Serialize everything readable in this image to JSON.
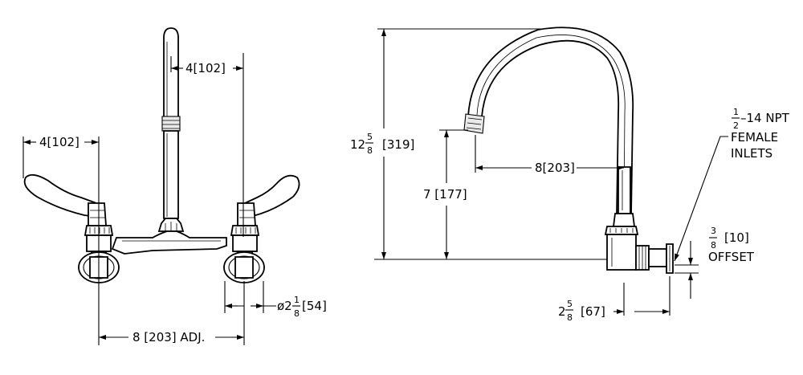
{
  "front_view": {
    "dim_center_spout_handle": "4[102]",
    "dim_left_handle": "4[102]",
    "dim_flange_dia_prefix": "ø2",
    "dim_flange_dia_num": "1",
    "dim_flange_dia_den": "8",
    "dim_flange_dia_metric": "[54]",
    "dim_center_width": "8 [203] ADJ."
  },
  "side_view": {
    "dim_height_whole": "12",
    "dim_height_num": "5",
    "dim_height_den": "8",
    "dim_height_metric": "[319]",
    "dim_outlet_height": "7 [177]",
    "dim_spout_reach": "8[203]",
    "dim_depth_whole": "2",
    "dim_depth_num": "5",
    "dim_depth_den": "8",
    "dim_depth_metric": "[67]",
    "note_inlet_num": "1",
    "note_inlet_den": "2",
    "note_inlet_text": "–14 NPT",
    "note_inlet_line2": "FEMALE",
    "note_inlet_line3": "INLETS",
    "dim_offset_num": "3",
    "dim_offset_den": "8",
    "dim_offset_metric": "[10]",
    "dim_offset_label": "OFFSET"
  }
}
